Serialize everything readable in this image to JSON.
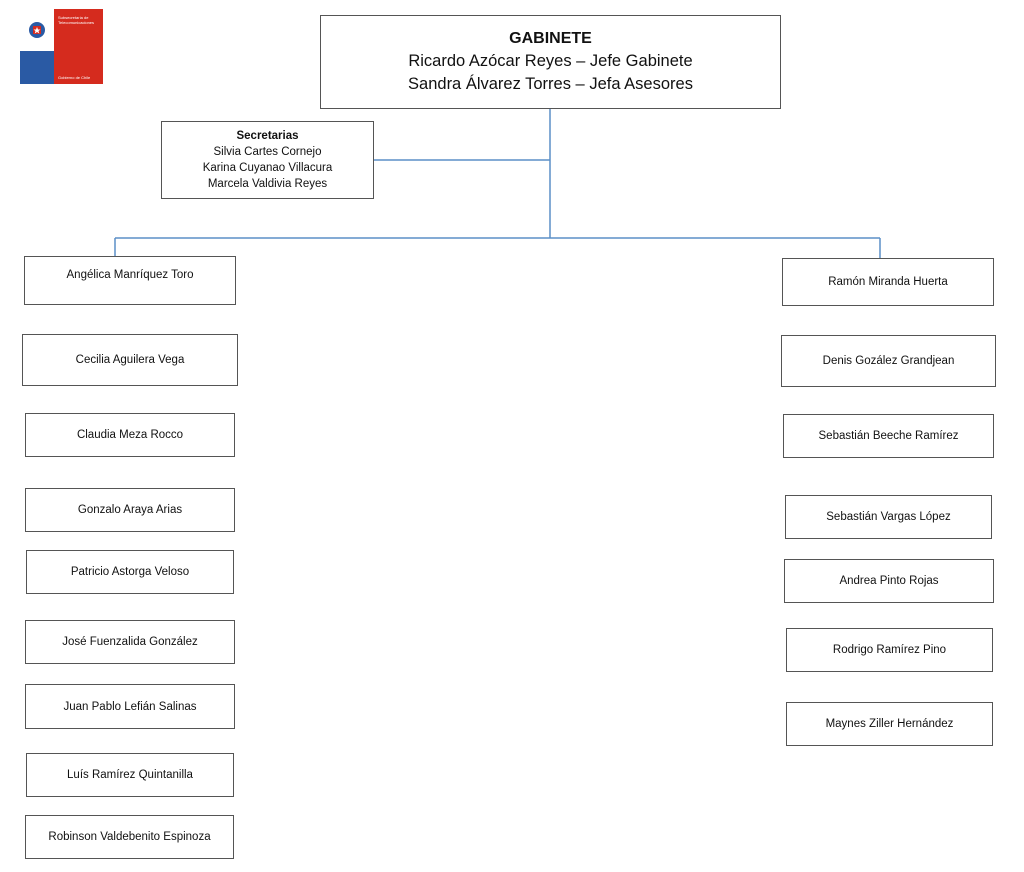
{
  "logo": {
    "line1": "Subsecretaría de",
    "line2": "Telecomunicaciones",
    "footer": "Gobierno de Chile"
  },
  "gabinete": {
    "title": "GABINETE",
    "line1": "Ricardo Azócar Reyes – Jefe Gabinete",
    "line2": "Sandra Álvarez Torres – Jefa Asesores"
  },
  "secretarias": {
    "title": "Secretarias",
    "names": [
      "Silvia Cartes Cornejo",
      "Karina Cuyanao Villacura",
      "Marcela Valdivia Reyes"
    ]
  },
  "left_column": [
    "Angélica Manríquez Toro",
    "Cecilia Aguilera Vega",
    "Claudia Meza Rocco",
    "Gonzalo Araya Arias",
    "Patricio Astorga Veloso",
    "José Fuenzalida González",
    "Juan Pablo Lefián Salinas",
    "Luís Ramírez Quintanilla",
    "Robinson Valdebenito Espinoza"
  ],
  "right_column": [
    "Ramón Miranda Huerta",
    "Denis Gozález Grandjean",
    "Sebastián Beeche Ramírez",
    "Sebastián Vargas López",
    "Andrea Pinto Rojas",
    "Rodrigo Ramírez Pino",
    "Maynes Ziller Hernández"
  ],
  "colors": {
    "connector": "#5b8fc7",
    "border": "#555555",
    "logo_blue": "#2a5aa4",
    "logo_red": "#d52b1e"
  }
}
